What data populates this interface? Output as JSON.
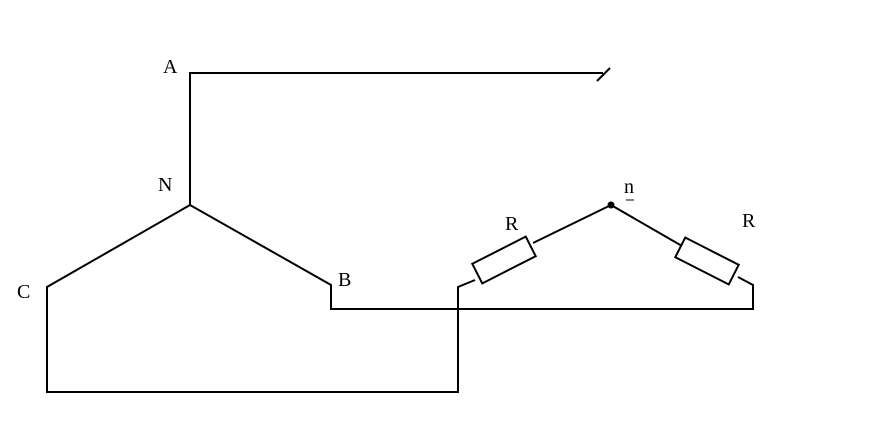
{
  "diagram": {
    "labels": {
      "a": "A",
      "n_source": "N",
      "b": "B",
      "c": "C",
      "n_load": "n",
      "r1": "R",
      "r2": "R"
    },
    "colors": {
      "line": "#000000",
      "background": "#ffffff"
    }
  }
}
